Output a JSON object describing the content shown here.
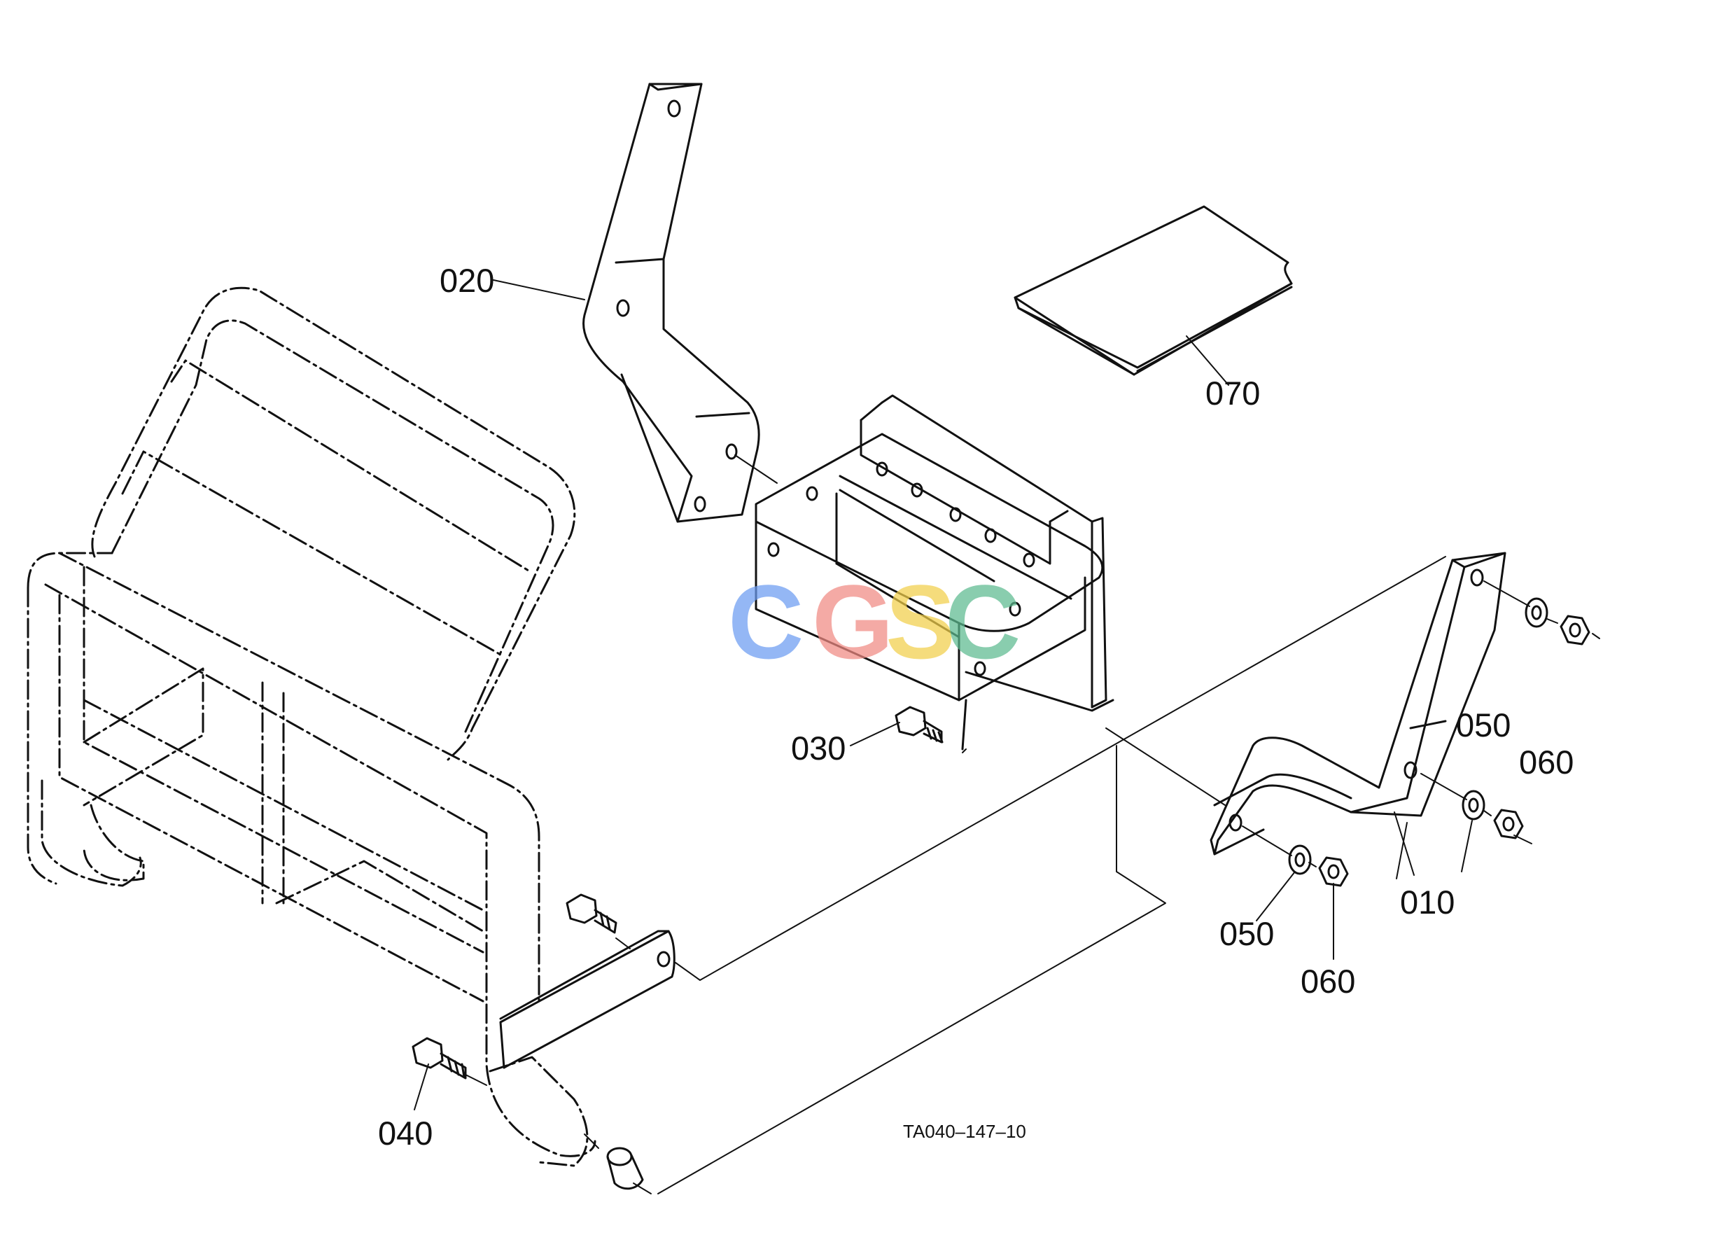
{
  "parts": {
    "p010": "010",
    "p020": "020",
    "p030": "030",
    "p040": "040",
    "p050a": "050",
    "p050b": "050",
    "p060a": "060",
    "p060b": "060",
    "p070": "070"
  },
  "figure_code": "TA040–147–10",
  "watermark": {
    "letters": [
      "C",
      "G",
      "S",
      "C"
    ],
    "colors": [
      "#6b9cf2",
      "#f08a83",
      "#f2cf4a",
      "#5dbb8f"
    ]
  },
  "line_color": "#111111"
}
